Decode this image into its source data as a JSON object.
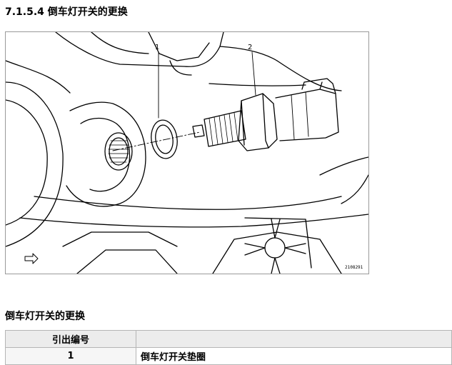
{
  "section": {
    "title": "7.1.5.4 倒车灯开关的更换"
  },
  "figure": {
    "callouts": [
      "1",
      "2"
    ],
    "figure_id": "2108291",
    "nav_icon": "arrow-right-outline-icon"
  },
  "subsection": {
    "title": "倒车灯开关的更换"
  },
  "legend_table": {
    "headers": [
      "引出编号",
      ""
    ],
    "rows": [
      {
        "num": "1",
        "desc": "倒车灯开关垫圈"
      }
    ]
  }
}
